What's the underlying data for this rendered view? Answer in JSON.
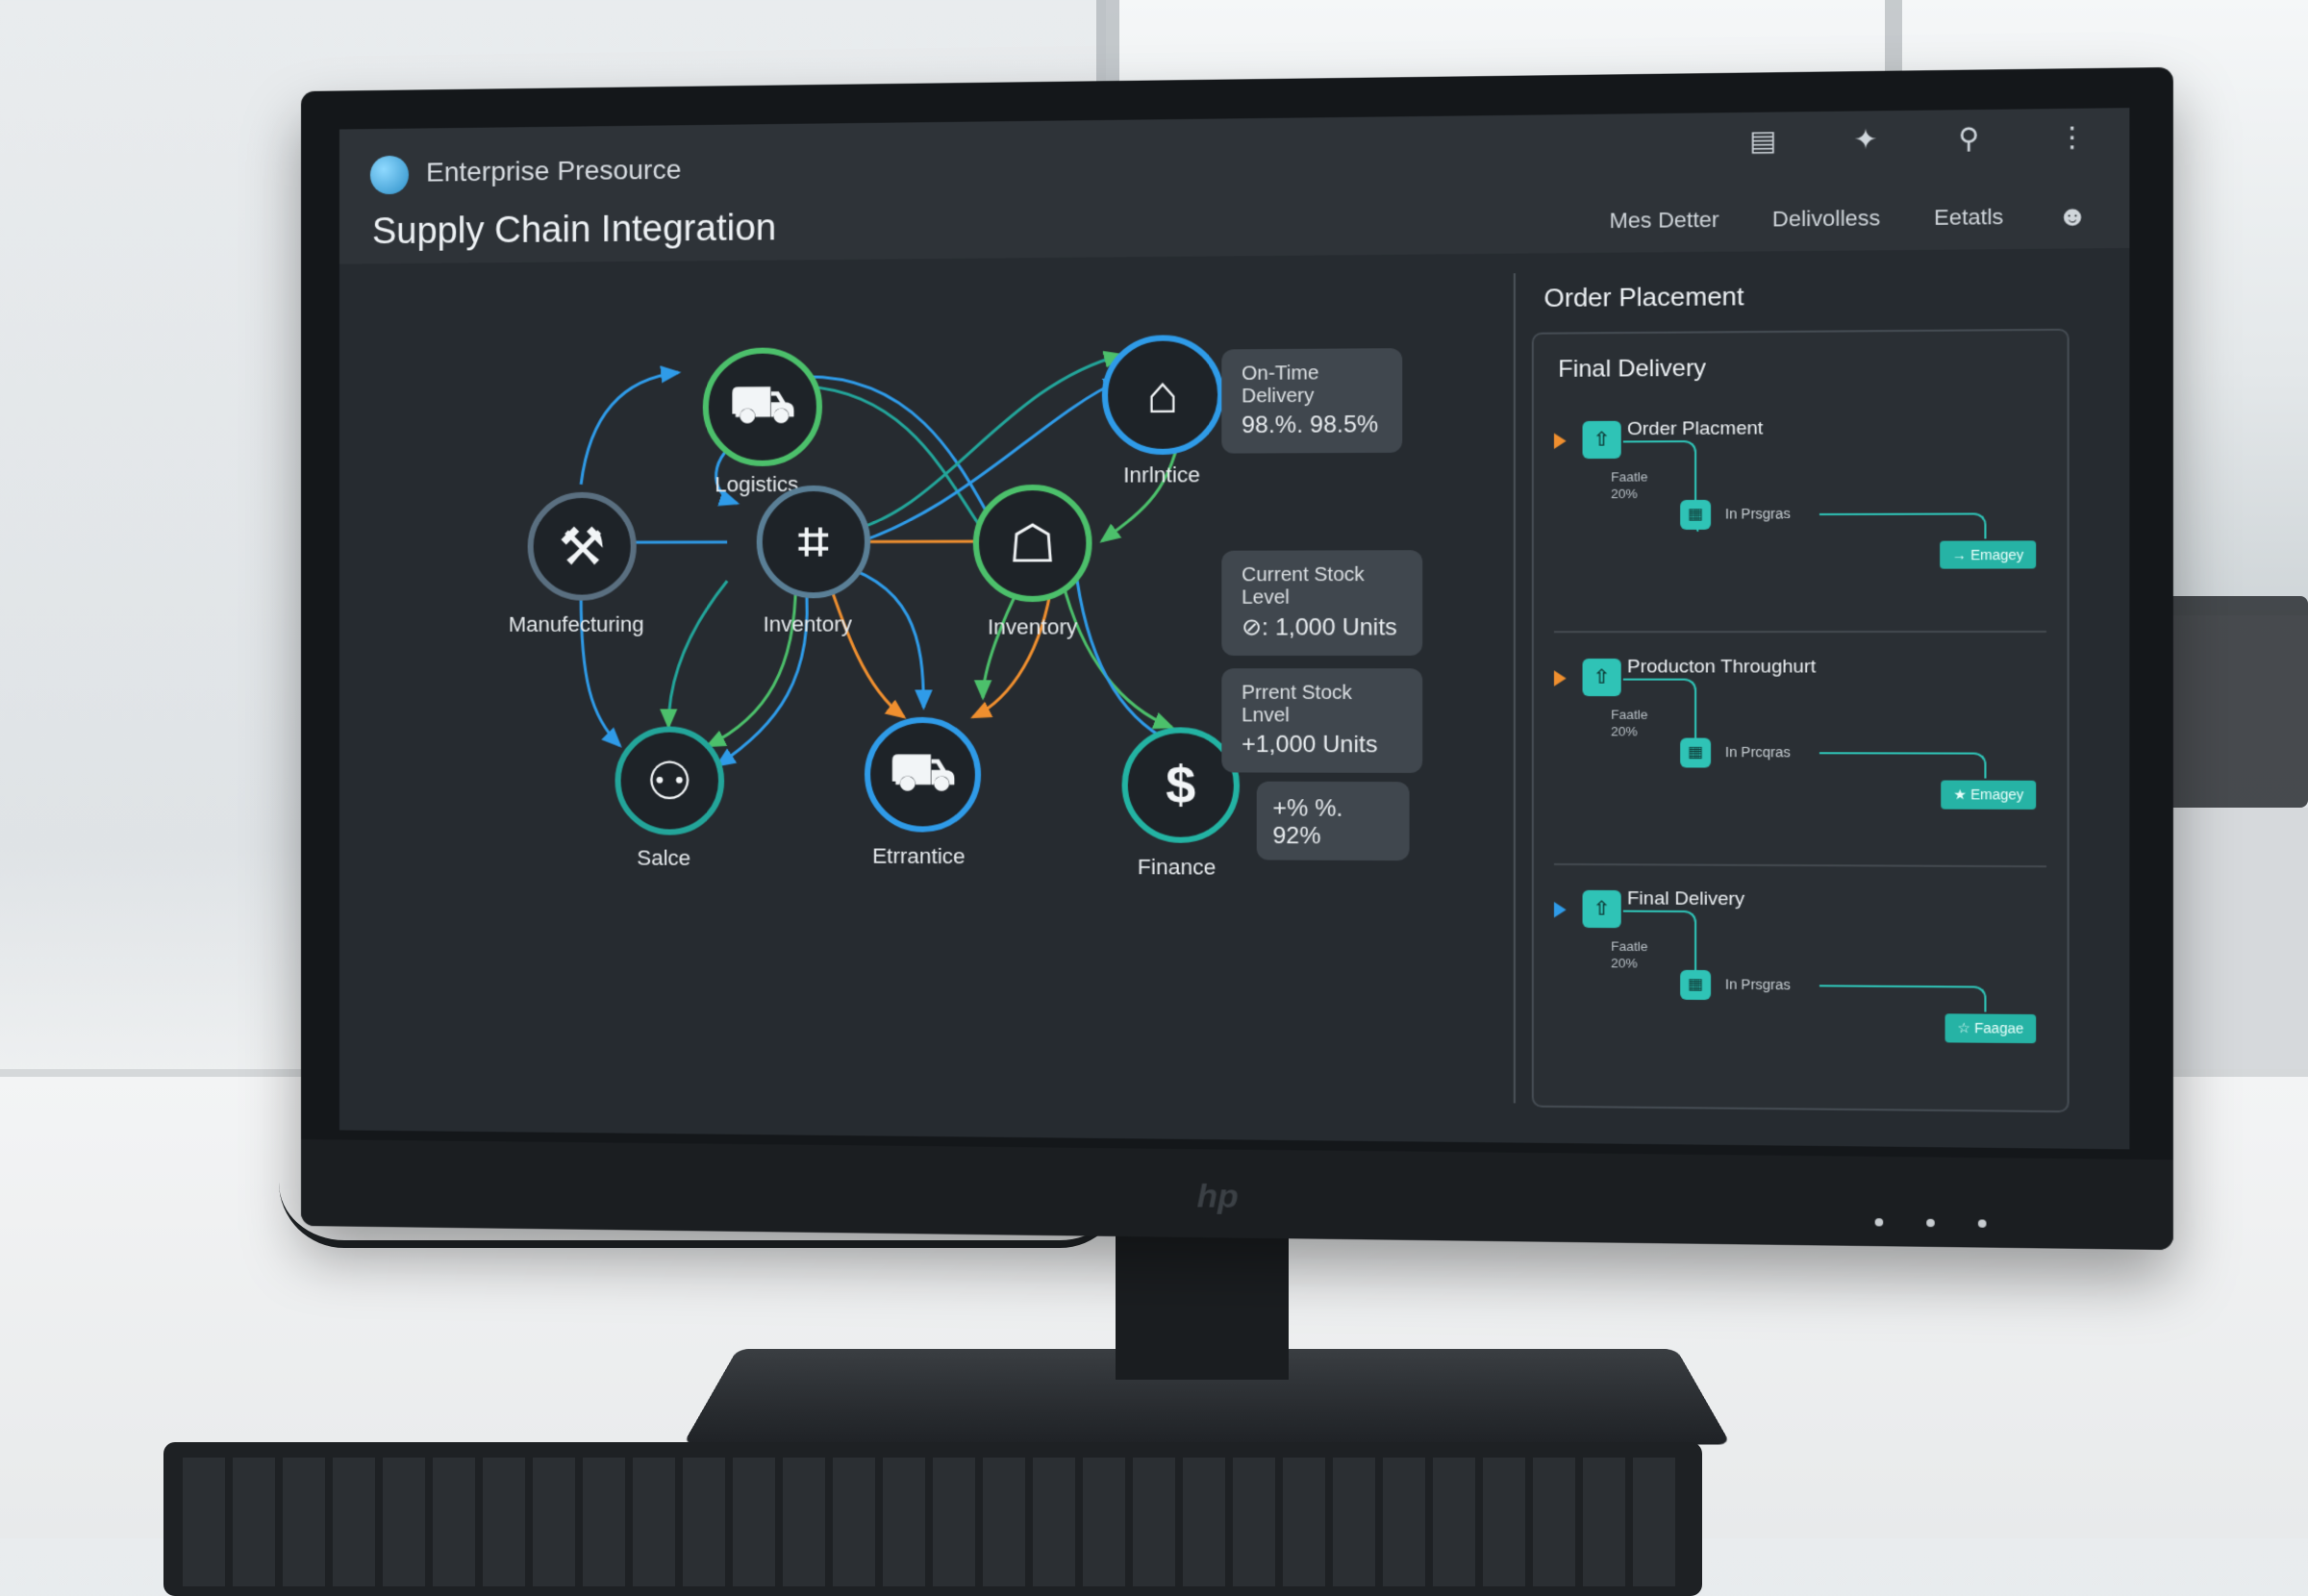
{
  "app": {
    "title": "Enterprise Presource",
    "page_title": "Supply Chain Integration"
  },
  "header": {
    "icons": [
      "window-icon",
      "pin-icon",
      "search-icon",
      "more-icon"
    ],
    "nav": [
      "Mes Detter",
      "Delivolless",
      "Eetatls"
    ],
    "user_icon": "user-icon"
  },
  "diagram": {
    "nodes": [
      {
        "id": "logistics",
        "label": "Logistics",
        "icon": "truck-icon",
        "glyph": "⛟",
        "ring": "#4cc06b"
      },
      {
        "id": "warehouse",
        "label": "Inrlntice",
        "icon": "warehouse-icon",
        "glyph": "⌂",
        "ring": "#2f9be8"
      },
      {
        "id": "manufacturing",
        "label": "Manufecturing",
        "icon": "factory-icon",
        "glyph": "⚒",
        "ring": "#5a6f80"
      },
      {
        "id": "inventory1",
        "label": "Inventory",
        "icon": "factory-icon",
        "glyph": "⌗",
        "ring": "#5a7f96"
      },
      {
        "id": "inventory2",
        "label": "Inventory",
        "icon": "register-icon",
        "glyph": "☖",
        "ring": "#4cc06b"
      },
      {
        "id": "sales",
        "label": "Salce",
        "icon": "people-icon",
        "glyph": "⚇",
        "ring": "#23a59a"
      },
      {
        "id": "commerce",
        "label": "Etrrantice",
        "icon": "cart-icon",
        "glyph": "⛟",
        "ring": "#2f9be8"
      },
      {
        "id": "finance",
        "label": "Finance",
        "icon": "dollar-icon",
        "glyph": "$",
        "ring": "#23b3a3"
      }
    ],
    "callouts": {
      "ontime": {
        "label": "On-Time Delivery",
        "value": "98.%. 98.5%"
      },
      "stock": {
        "label": "Current Stock Level",
        "value": "⊘: 1,000 Units"
      },
      "percent": {
        "label": "Prrent Stock Lnvel",
        "value": "+1,000 Units"
      },
      "pct92": {
        "value": "+% %. 92%"
      }
    }
  },
  "panel": {
    "header": "Order Placement",
    "title": "Final Delivery",
    "groups": [
      {
        "title": "Order Placment",
        "sub": "Faatle\n20%",
        "progress": "In Prsgras",
        "badge": "→ Emagey"
      },
      {
        "title": "Producton Throughurt",
        "sub": "Faatle\n20%",
        "progress": "In Prcqras",
        "badge": "★ Emagey"
      },
      {
        "title": "Final Delivery",
        "sub": "Faatle\n20%",
        "progress": "In Prsgras",
        "badge": "☆ Faagae"
      }
    ]
  },
  "colors": {
    "screen_bg": "#262b30",
    "accent_teal": "#2fc3b6",
    "accent_green": "#4cc06b",
    "accent_blue": "#2f9be8",
    "accent_orange": "#ef8f2f"
  }
}
